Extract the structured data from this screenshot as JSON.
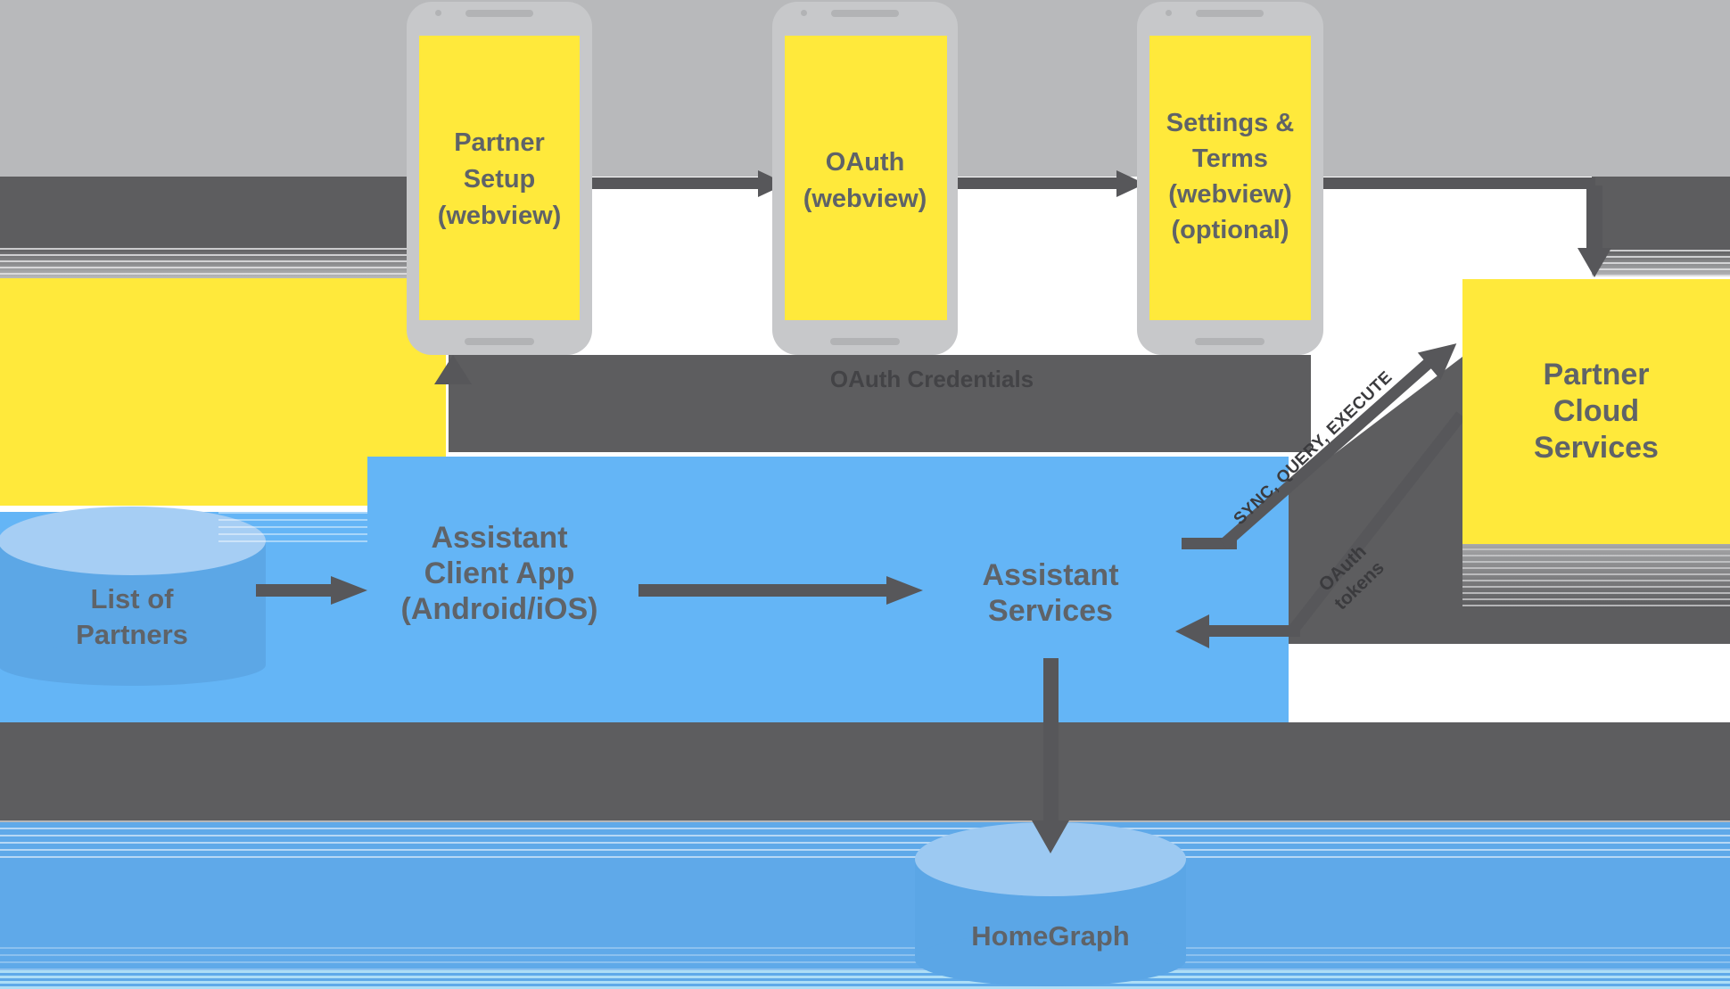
{
  "phones": [
    {
      "label": "Partner\nSetup\n(webview)"
    },
    {
      "label": "OAuth\n(webview)"
    },
    {
      "label": "Settings &\nTerms\n(webview)\n(optional)"
    }
  ],
  "oauth_flow_label": "OAuth Credentials",
  "client_app_label": "Assistant\nClient App\n(Android/iOS)",
  "assistant_services_label": "Assistant\nServices",
  "partner_cloud_label": "Partner\nCloud\nServices",
  "list_of_partners_label": "List of\nPartners",
  "homegraph_label": "HomeGraph",
  "arrow_to_partner_label": "SYNC, QUERY, EXECUTE",
  "arrow_to_assistant_label": "OAuth\ntokens",
  "colors": {
    "yellow": "#ffe93b",
    "blue_box": "#64b5f6",
    "blue_band": "#5fa9e9",
    "gray_light": "#b8b9bb",
    "gray_dark": "#5d5d5f",
    "label_text": "#5f6368"
  }
}
